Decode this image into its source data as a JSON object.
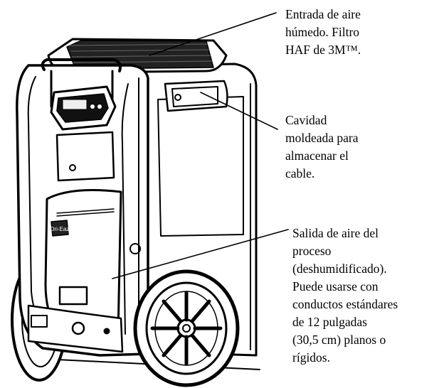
{
  "callouts": {
    "air_inlet": {
      "lines": [
        "Entrada de aire",
        "húmedo. Filtro",
        "HAF de 3M™."
      ]
    },
    "cord_storage": {
      "lines": [
        "Cavidad",
        "moldeada para",
        "almacenar el",
        "cable."
      ]
    },
    "air_outlet": {
      "lines": [
        "Salida de aire del",
        "proceso",
        "(deshumidificado).",
        "Puede usarse con",
        "conductos estándares",
        "de 12 pulgadas",
        "(30,5 cm) planos o",
        "rígidos."
      ]
    }
  },
  "unit_logo_text": "Dri-Eaz",
  "colors": {
    "line": "#000000",
    "background": "#ffffff",
    "fill": "#ffffff"
  }
}
